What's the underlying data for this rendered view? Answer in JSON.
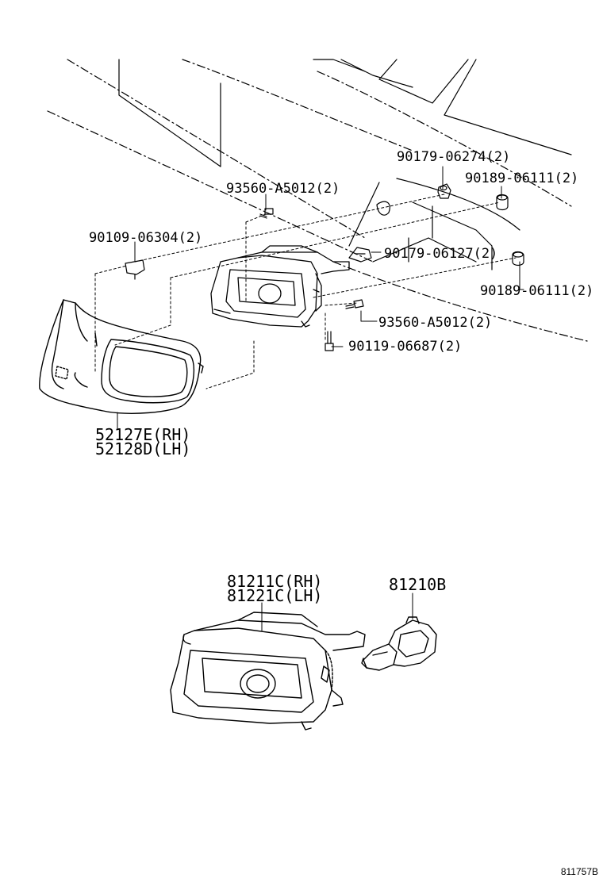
{
  "labels": {
    "p_90179_06274": "90179-06274(2)",
    "p_90189_06111_top": "90189-06111(2)",
    "p_93560_a5012_top": "93560-A5012(2)",
    "p_90109_06304": "90109-06304(2)",
    "p_90179_06127": "90179-06127(2)",
    "p_90189_06111_mid": "90189-06111(2)",
    "p_93560_a5012_mid": "93560-A5012(2)",
    "p_90119_06687": "90119-06687(2)",
    "p_52127e": "52127E(RH)",
    "p_52128d": "52128D(LH)",
    "p_81211c": "81211C(RH)",
    "p_81221c": "81221C(LH)",
    "p_81210b": "81210B"
  },
  "diagram_id": "811757B",
  "icons": {
    "nut": "nut-icon",
    "clip": "clip-icon",
    "bolt": "bolt-icon",
    "fog_lamp": "fog-lamp-icon",
    "bezel": "bezel-cover-icon",
    "bulb": "bulb-icon"
  }
}
